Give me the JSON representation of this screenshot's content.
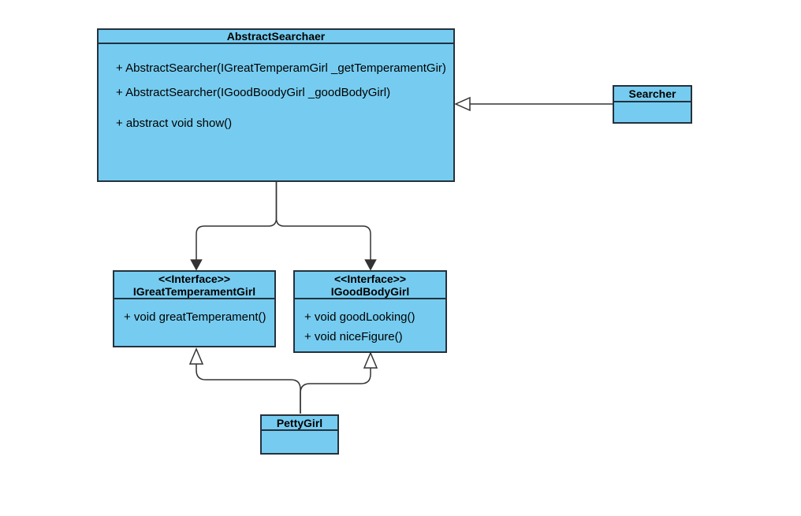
{
  "diagram_title": "UML class diagram",
  "colors": {
    "box_fill": "#76CCF0",
    "box_border": "#25313D",
    "line": "#333333",
    "text": "#000000",
    "background": "#FFFFFF"
  },
  "classes": {
    "abstract_searcher": {
      "title": "AbstractSearchaer",
      "members": [
        "+ AbstractSearcher(IGreatTemperamGirl _getTemperamentGir)",
        "+ AbstractSearcher(IGoodBoodyGirl _goodBodyGirl)",
        "+ abstract void show()"
      ]
    },
    "searcher": {
      "title": "Searcher",
      "members": []
    },
    "great_temperament_girl": {
      "stereotype": "<<Interface>>",
      "title": "IGreatTemperamentGirl",
      "members": [
        "+ void greatTemperament()"
      ]
    },
    "good_body_girl": {
      "stereotype": "<<Interface>>",
      "title": "IGoodBodyGirl",
      "members": [
        "+ void goodLooking()",
        "+ void niceFigure()"
      ]
    },
    "petty_girl": {
      "title": "PettyGirl",
      "members": []
    }
  },
  "relationships": [
    {
      "from": "Searcher",
      "to": "AbstractSearchaer",
      "type": "generalization",
      "arrow": "hollow-triangle-left"
    },
    {
      "from": "AbstractSearchaer",
      "to": "IGreatTemperamentGirl",
      "type": "directed-association",
      "arrow": "filled-arrow-down"
    },
    {
      "from": "AbstractSearchaer",
      "to": "IGoodBodyGirl",
      "type": "directed-association",
      "arrow": "filled-arrow-down"
    },
    {
      "from": "PettyGirl",
      "to": "IGreatTemperamentGirl",
      "type": "realization",
      "arrow": "hollow-triangle-up"
    },
    {
      "from": "PettyGirl",
      "to": "IGoodBodyGirl",
      "type": "realization",
      "arrow": "hollow-triangle-up"
    }
  ]
}
